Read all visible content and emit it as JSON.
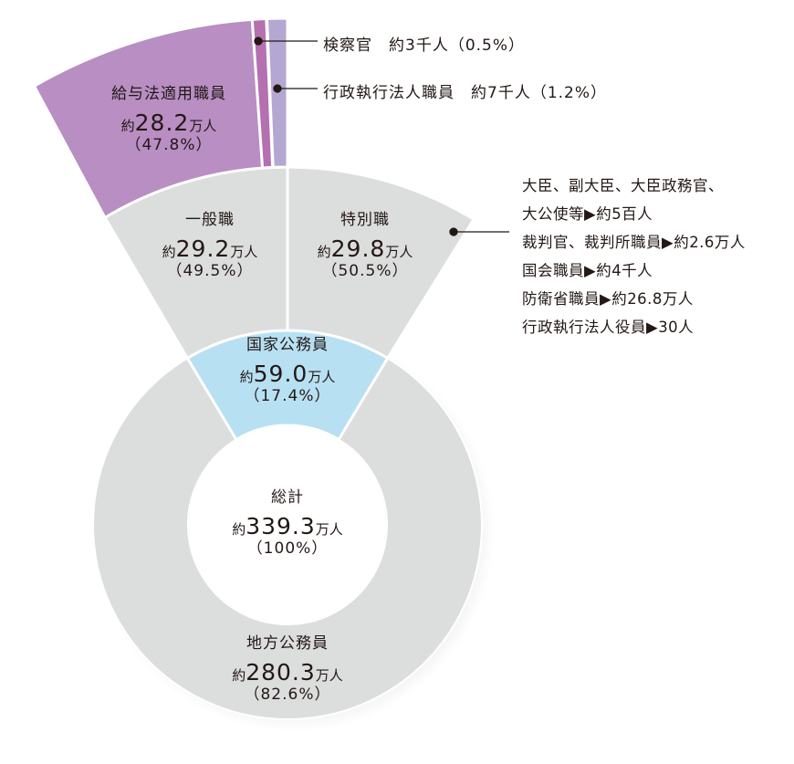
{
  "chart_data": {
    "type": "sunburst-donut",
    "title": "",
    "total": {
      "label": "総計",
      "value_prefix": "約",
      "value": "339.3",
      "unit": "万人",
      "pct": "（100%）"
    },
    "rings": [
      {
        "level": "inner",
        "segments": [
          {
            "key": "national",
            "label": "国家公務員",
            "value_prefix": "約",
            "value": "59.0",
            "unit": "万人",
            "pct": "（17.4%）",
            "value_num": 59.0,
            "pct_num": 17.4,
            "color": "#b8e0f3"
          },
          {
            "key": "local",
            "label": "地方公務員",
            "value_prefix": "約",
            "value": "280.3",
            "unit": "万人",
            "pct": "（82.6%）",
            "value_num": 280.3,
            "pct_num": 82.6,
            "color": "#dcdddd"
          }
        ]
      },
      {
        "level": "middle",
        "parent": "national",
        "segments": [
          {
            "key": "general",
            "label": "一般職",
            "value_prefix": "約",
            "value": "29.2",
            "unit": "万人",
            "pct": "（49.5%）",
            "value_num": 29.2,
            "pct_num": 49.5,
            "color": "#dcdddd"
          },
          {
            "key": "special",
            "label": "特別職",
            "value_prefix": "約",
            "value": "29.8",
            "unit": "万人",
            "pct": "（50.5%）",
            "value_num": 29.8,
            "pct_num": 50.5,
            "color": "#dcdddd"
          }
        ]
      },
      {
        "level": "outer",
        "parent": "general",
        "segments": [
          {
            "key": "salary_law",
            "label": "給与法適用職員",
            "value_prefix": "約",
            "value": "28.2",
            "unit": "万人",
            "pct": "（47.8%）",
            "value_num": 28.2,
            "pct_num": 47.8,
            "color": "#b88ec3"
          },
          {
            "key": "prosecutor",
            "label": "検察官",
            "value": "約3千人",
            "pct": "（0.5%）",
            "value_num": 0.3,
            "pct_num": 0.5,
            "color": "#b470b0"
          },
          {
            "key": "admin_agency",
            "label": "行政執行法人職員",
            "value": "約7千人",
            "pct": "（1.2%）",
            "value_num": 0.7,
            "pct_num": 1.2,
            "color": "#b4a8d2"
          }
        ]
      }
    ],
    "special_breakdown": [
      "大臣、副大臣、大臣政務官、",
      "大公使等▶約5百人",
      "裁判官、裁判所職員▶約2.6万人",
      "国会職員▶約4千人",
      "防衛省職員▶約26.8万人",
      "行政執行法人役員▶30人"
    ]
  },
  "callouts": {
    "prosecutor": "検察官　約3千人（0.5%）",
    "admin_agency": "行政執行法人職員　約7千人（1.2%）"
  }
}
